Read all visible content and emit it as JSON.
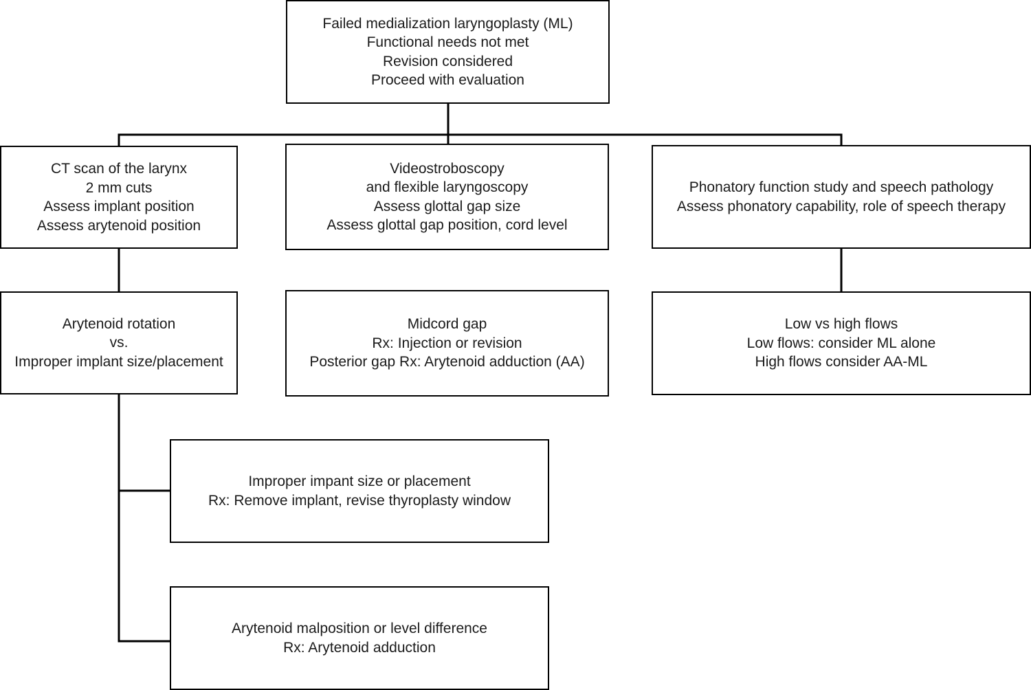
{
  "nodes": {
    "top": {
      "lines": [
        "Failed medialization laryngoplasty (ML)",
        "Functional needs not met",
        "Revision considered",
        "Proceed with evaluation"
      ]
    },
    "ct_scan": {
      "lines": [
        "CT scan of the larynx",
        "2 mm cuts",
        "Assess implant position",
        "Assess arytenoid position"
      ]
    },
    "videostroboscopy": {
      "lines": [
        "Videostroboscopy",
        "and flexible laryngoscopy",
        "Assess glottal gap size",
        "Assess glottal gap position, cord level"
      ]
    },
    "phonatory": {
      "lines": [
        "Phonatory function study and speech pathology",
        "Assess phonatory capability, role of speech therapy"
      ]
    },
    "arytenoid_rotation": {
      "lines": [
        "Arytenoid rotation",
        "vs.",
        "Improper implant size/placement"
      ]
    },
    "midcord_gap": {
      "lines": [
        "Midcord gap",
        "Rx: Injection or revision",
        "Posterior gap Rx: Arytenoid adduction (AA)"
      ]
    },
    "flows": {
      "lines": [
        "Low vs high flows",
        "Low flows: consider ML alone",
        "High flows consider AA-ML"
      ]
    },
    "improper_implant": {
      "lines": [
        "Improper impant size or placement",
        "Rx: Remove implant, revise thyroplasty window"
      ]
    },
    "arytenoid_malposition": {
      "lines": [
        "Arytenoid malposition or level difference",
        "Rx: Arytenoid adduction"
      ]
    }
  },
  "edges": [
    {
      "from": "top",
      "to": "ct_scan"
    },
    {
      "from": "top",
      "to": "videostroboscopy"
    },
    {
      "from": "top",
      "to": "phonatory"
    },
    {
      "from": "ct_scan",
      "to": "arytenoid_rotation"
    },
    {
      "from": "phonatory",
      "to": "flows"
    },
    {
      "from": "arytenoid_rotation",
      "to": "improper_implant"
    },
    {
      "from": "arytenoid_rotation",
      "to": "arytenoid_malposition"
    }
  ],
  "colors": {
    "line": "#000000",
    "text": "#1a1a1a",
    "background": "#ffffff"
  }
}
